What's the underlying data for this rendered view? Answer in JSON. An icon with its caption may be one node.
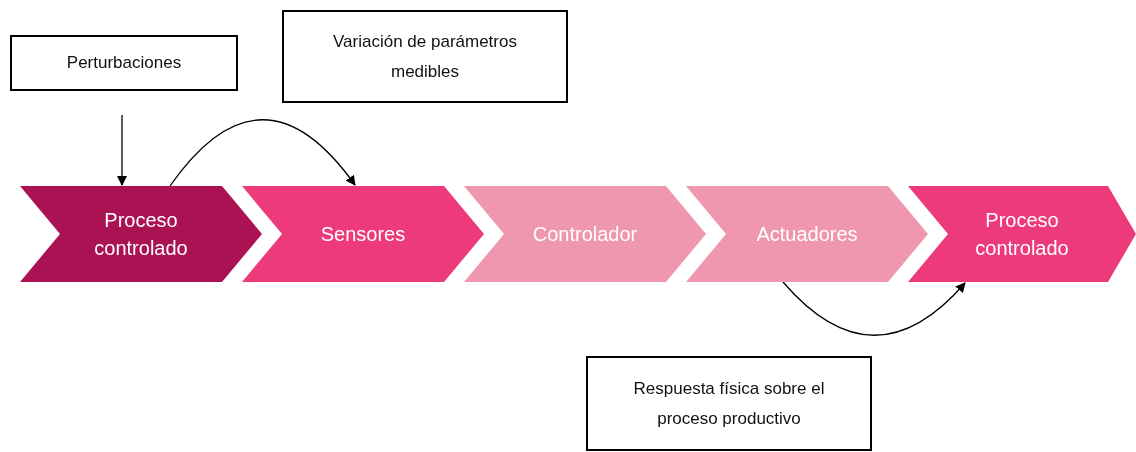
{
  "diagram": {
    "nodes": [
      {
        "text": [
          "Perturbaciones"
        ]
      },
      {
        "text": [
          "Variación de parámetros medibles"
        ]
      },
      {
        "text": [
          "Proceso controlado"
        ]
      },
      {
        "text": [
          "Sensores"
        ]
      },
      {
        "text": [
          "Controlador"
        ]
      },
      {
        "text": [
          "Actuadores"
        ]
      },
      {
        "text": [
          "Proceso controlado"
        ]
      },
      {
        "text": [
          "Respuesta física sobre el proceso productivo"
        ]
      }
    ],
    "edges": [
      {
        "from": 0,
        "to": 2,
        "arrow": "to"
      },
      {
        "from": 2,
        "to": 3,
        "arrow": "to"
      },
      {
        "from": 5,
        "to": 6,
        "arrow": "to"
      }
    ]
  }
}
